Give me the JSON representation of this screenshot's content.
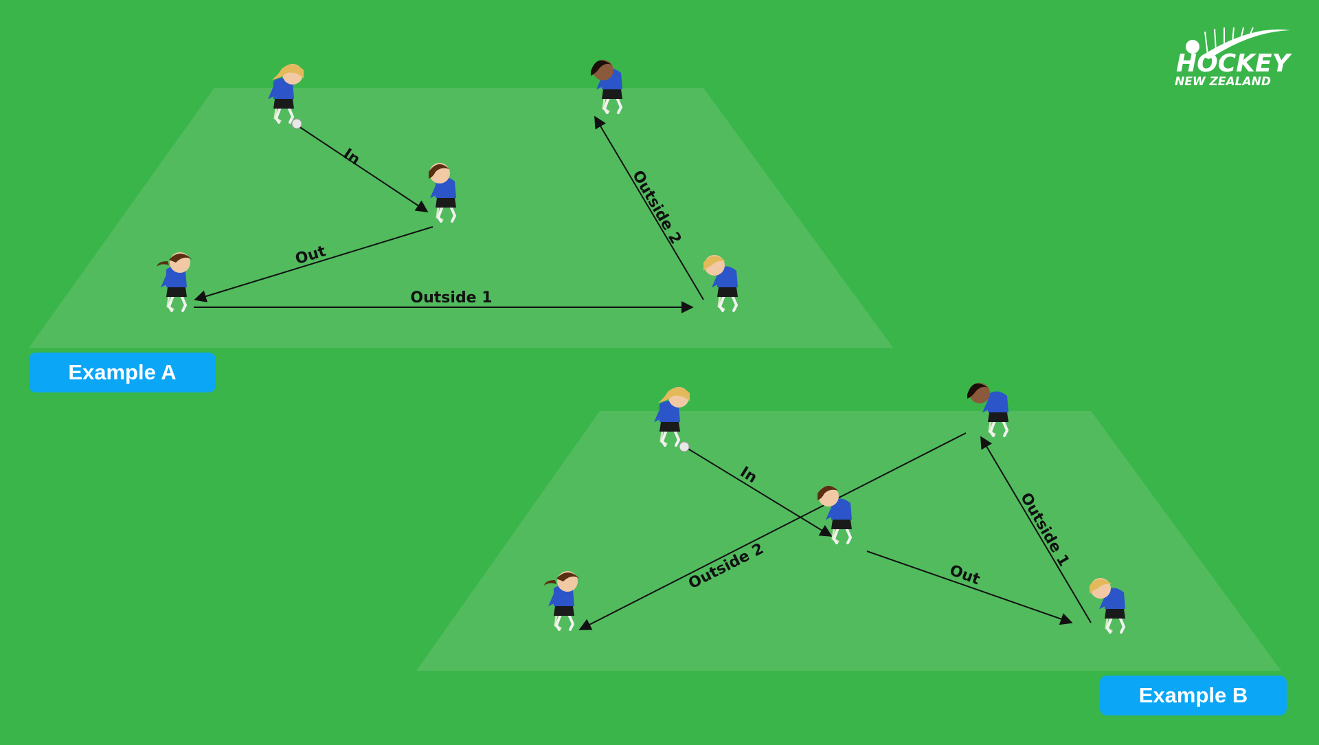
{
  "colors": {
    "background": "#3ab54a",
    "field": "#52bb5e",
    "label_bg": "#0ba6f6",
    "label_text": "#ffffff",
    "arrow": "#111111",
    "jersey": "#2b55c8",
    "shorts": "#1a1a1a",
    "skin_light": "#f1c9a5",
    "skin_dark": "#8b5a3c",
    "hair_blonde": "#e4b95b",
    "hair_brown": "#5a2e12",
    "hair_black": "#1b0e08",
    "stick": "#cfe8b8"
  },
  "logo": {
    "line1": "HOCKEY",
    "line2": "NEW ZEALAND"
  },
  "example_a": {
    "label": "Example A",
    "passes": {
      "in": "In",
      "out": "Out",
      "outside1": "Outside 1",
      "outside2": "Outside 2"
    }
  },
  "example_b": {
    "label": "Example B",
    "passes": {
      "in": "In",
      "out": "Out",
      "outside1": "Outside 1",
      "outside2": "Outside 2"
    }
  },
  "icons": [
    "ball-icon",
    "player-icon",
    "silver-fern-icon"
  ]
}
